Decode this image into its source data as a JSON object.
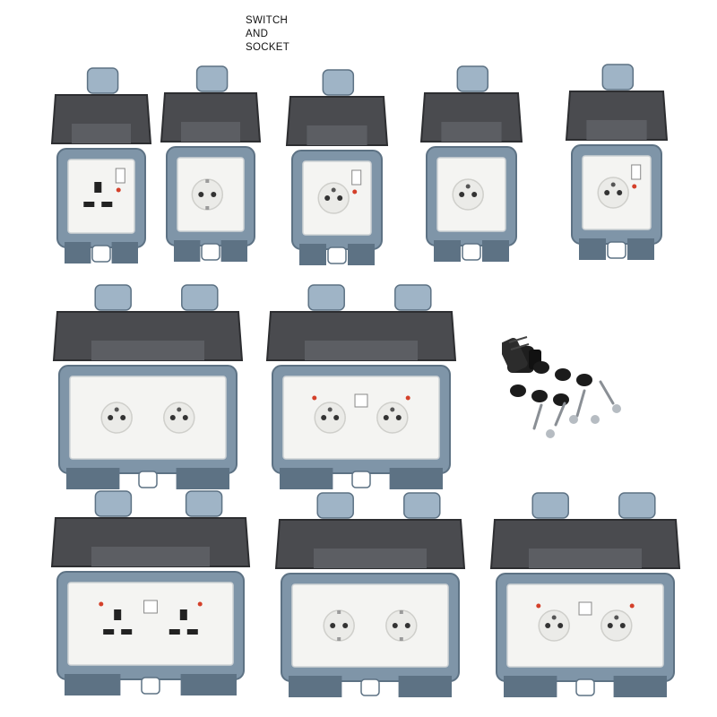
{
  "caption": {
    "line1": "SWITCH",
    "line2": "AND",
    "line3": "SOCKET"
  },
  "products": [
    {
      "id": "uk-single-switched",
      "gangs": 1,
      "socket": "uk",
      "switch": true
    },
    {
      "id": "schuko-single",
      "gangs": 1,
      "socket": "schuko",
      "switch": false
    },
    {
      "id": "french-single-switched-a",
      "gangs": 1,
      "socket": "french",
      "switch": true
    },
    {
      "id": "french-single",
      "gangs": 1,
      "socket": "french",
      "switch": false
    },
    {
      "id": "french-single-switched-b",
      "gangs": 1,
      "socket": "french",
      "switch": true
    },
    {
      "id": "french-double",
      "gangs": 2,
      "socket": "french",
      "switch": false
    },
    {
      "id": "french-double-switched",
      "gangs": 2,
      "socket": "french",
      "switch": true
    },
    {
      "id": "uk-double-switched",
      "gangs": 2,
      "socket": "uk",
      "switch": true
    },
    {
      "id": "schuko-double",
      "gangs": 2,
      "socket": "schuko",
      "switch": false
    },
    {
      "id": "french-double-indicator",
      "gangs": 2,
      "socket": "french",
      "switch": true
    }
  ],
  "accessories": [
    "cable-gland",
    "rubber-seal-plugs",
    "mounting-screws",
    "screw-caps"
  ],
  "colors": {
    "housing": "#7f95a8",
    "housing_dark": "#5d7284",
    "hinge": "#9fb4c6",
    "lid": "#4a4b4f",
    "faceplate": "#f4f4f2",
    "indicator": "#d4402a",
    "gland": "#1e1e1e"
  }
}
